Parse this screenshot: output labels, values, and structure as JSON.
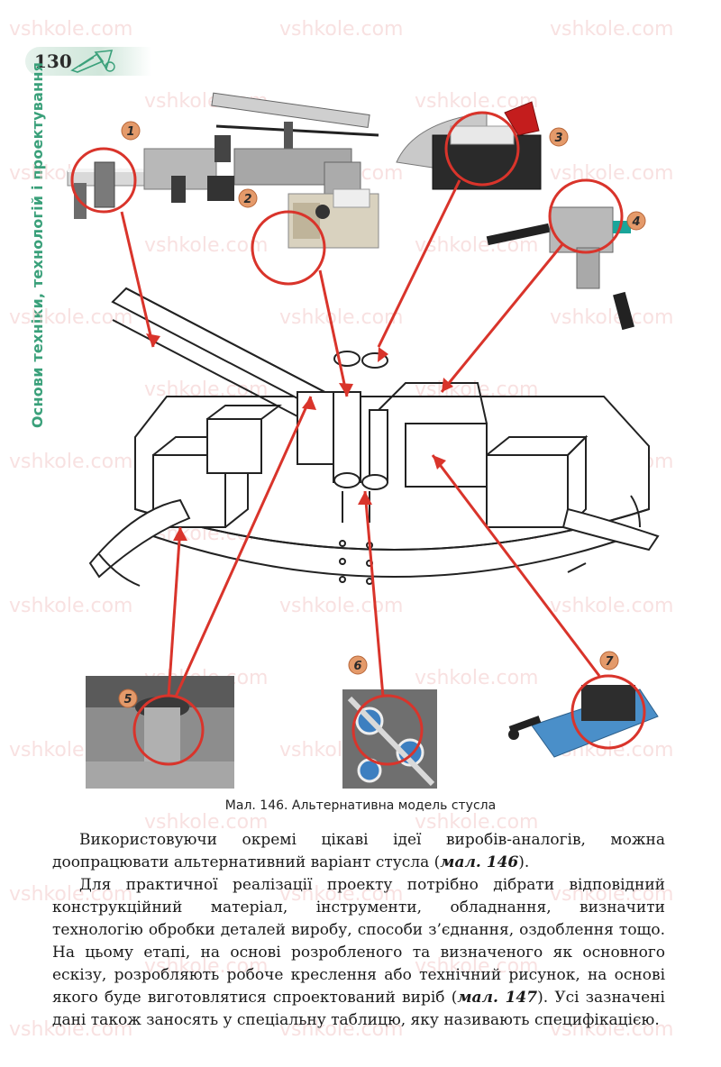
{
  "page": {
    "number": "130",
    "side_title": "Основи техніки, технологій і проектування",
    "watermark": "vshkole.com"
  },
  "figure": {
    "callouts": [
      "1",
      "2",
      "3",
      "4",
      "5",
      "6",
      "7"
    ],
    "caption": "Мал. 146. Альтернативна модель стусла"
  },
  "text": {
    "p1_before": "Використовуючи окремі цікаві ідеї виробів-аналогів, можна доопрацювати альтернативний варіант стусла (",
    "p1_ref": "мал. 146",
    "p1_after": ").",
    "p2_before": "Для практичної реалізації проекту потрібно дібрати відповідний конструкційний матеріал, інструменти, обладнання, визначити технологію обробки деталей виробу, способи з’єднання, оздоблення тощо. На цьому етапі, на основі розробленого та визначеного як основного ескізу, розробляють робоче креслення або технічний рисунок, на основі якого буде виготовлятися спроектований виріб (",
    "p2_ref": "мал. 147",
    "p2_after": "). Усі зазначені дані також заносять у спеціальну таблицю, яку називають специфікацією."
  }
}
